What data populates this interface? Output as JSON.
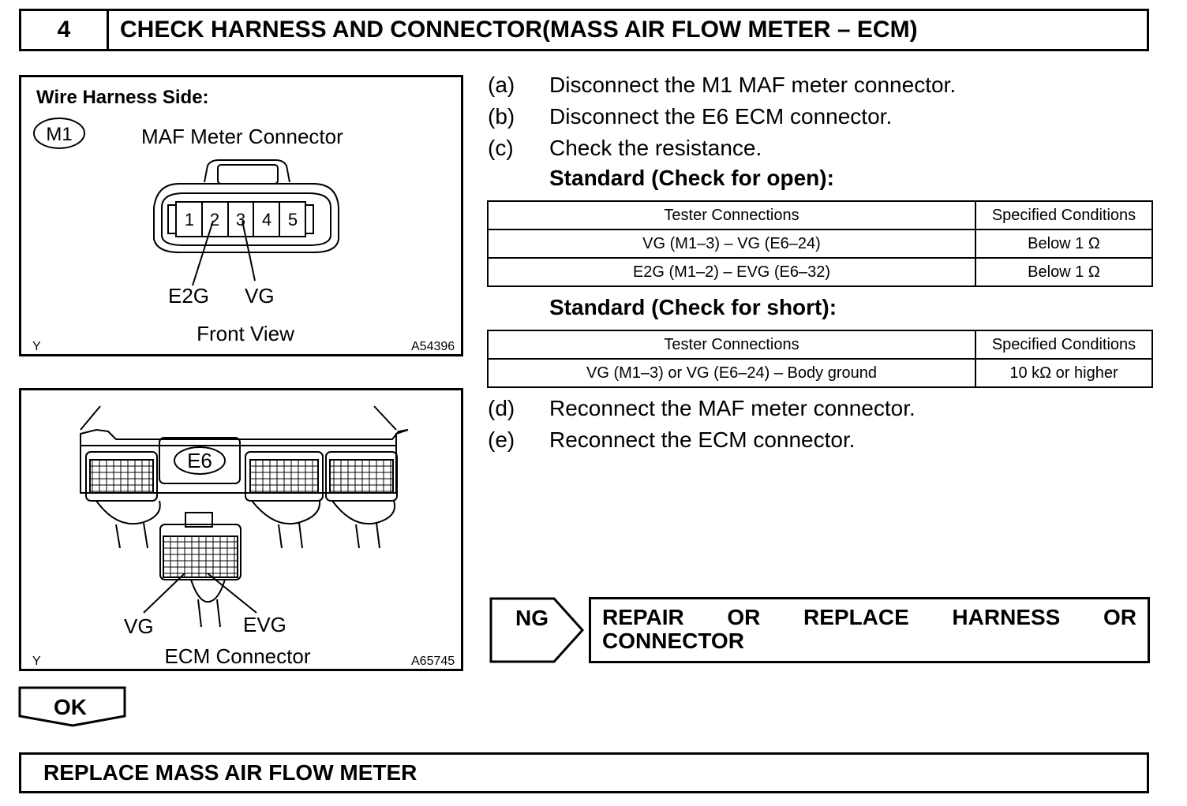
{
  "header": {
    "step_number": "4",
    "title": "CHECK HARNESS AND CONNECTOR(MASS AIR FLOW METER – ECM)"
  },
  "figure1": {
    "side_label": "Wire Harness Side:",
    "connector_code": "M1",
    "connector_name": "MAF Meter Connector",
    "pins": [
      "1",
      "2",
      "3",
      "4",
      "5"
    ],
    "callout_left": "E2G",
    "callout_right": "VG",
    "view_label": "Front View",
    "corner_letter": "Y",
    "figure_id": "A54396"
  },
  "figure2": {
    "connector_code": "E6",
    "callout_left": "VG",
    "callout_right": "EVG",
    "caption": "ECM Connector",
    "corner_letter": "Y",
    "figure_id": "A65745"
  },
  "steps": [
    {
      "label": "(a)",
      "text": "Disconnect the M1 MAF meter connector."
    },
    {
      "label": "(b)",
      "text": "Disconnect the E6 ECM connector."
    },
    {
      "label": "(c)",
      "text": "Check the resistance."
    },
    {
      "label": "(d)",
      "text": "Reconnect the MAF meter connector."
    },
    {
      "label": "(e)",
      "text": "Reconnect the ECM connector."
    }
  ],
  "standard_open": {
    "heading": "Standard (Check for open):",
    "headers": [
      "Tester Connections",
      "Specified Conditions"
    ],
    "rows": [
      [
        "VG (M1–3) – VG (E6–24)",
        "Below 1 Ω"
      ],
      [
        "E2G (M1–2) – EVG (E6–32)",
        "Below 1 Ω"
      ]
    ]
  },
  "standard_short": {
    "heading": "Standard (Check for short):",
    "headers": [
      "Tester Connections",
      "Specified Conditions"
    ],
    "rows": [
      [
        "VG (M1–3) or VG (E6–24) – Body ground",
        "10 kΩ or higher"
      ]
    ]
  },
  "ng": {
    "label": "NG",
    "action": "REPAIR OR REPLACE HARNESS OR CONNECTOR"
  },
  "ok": {
    "label": "OK"
  },
  "final_action": "REPLACE MASS AIR FLOW METER"
}
